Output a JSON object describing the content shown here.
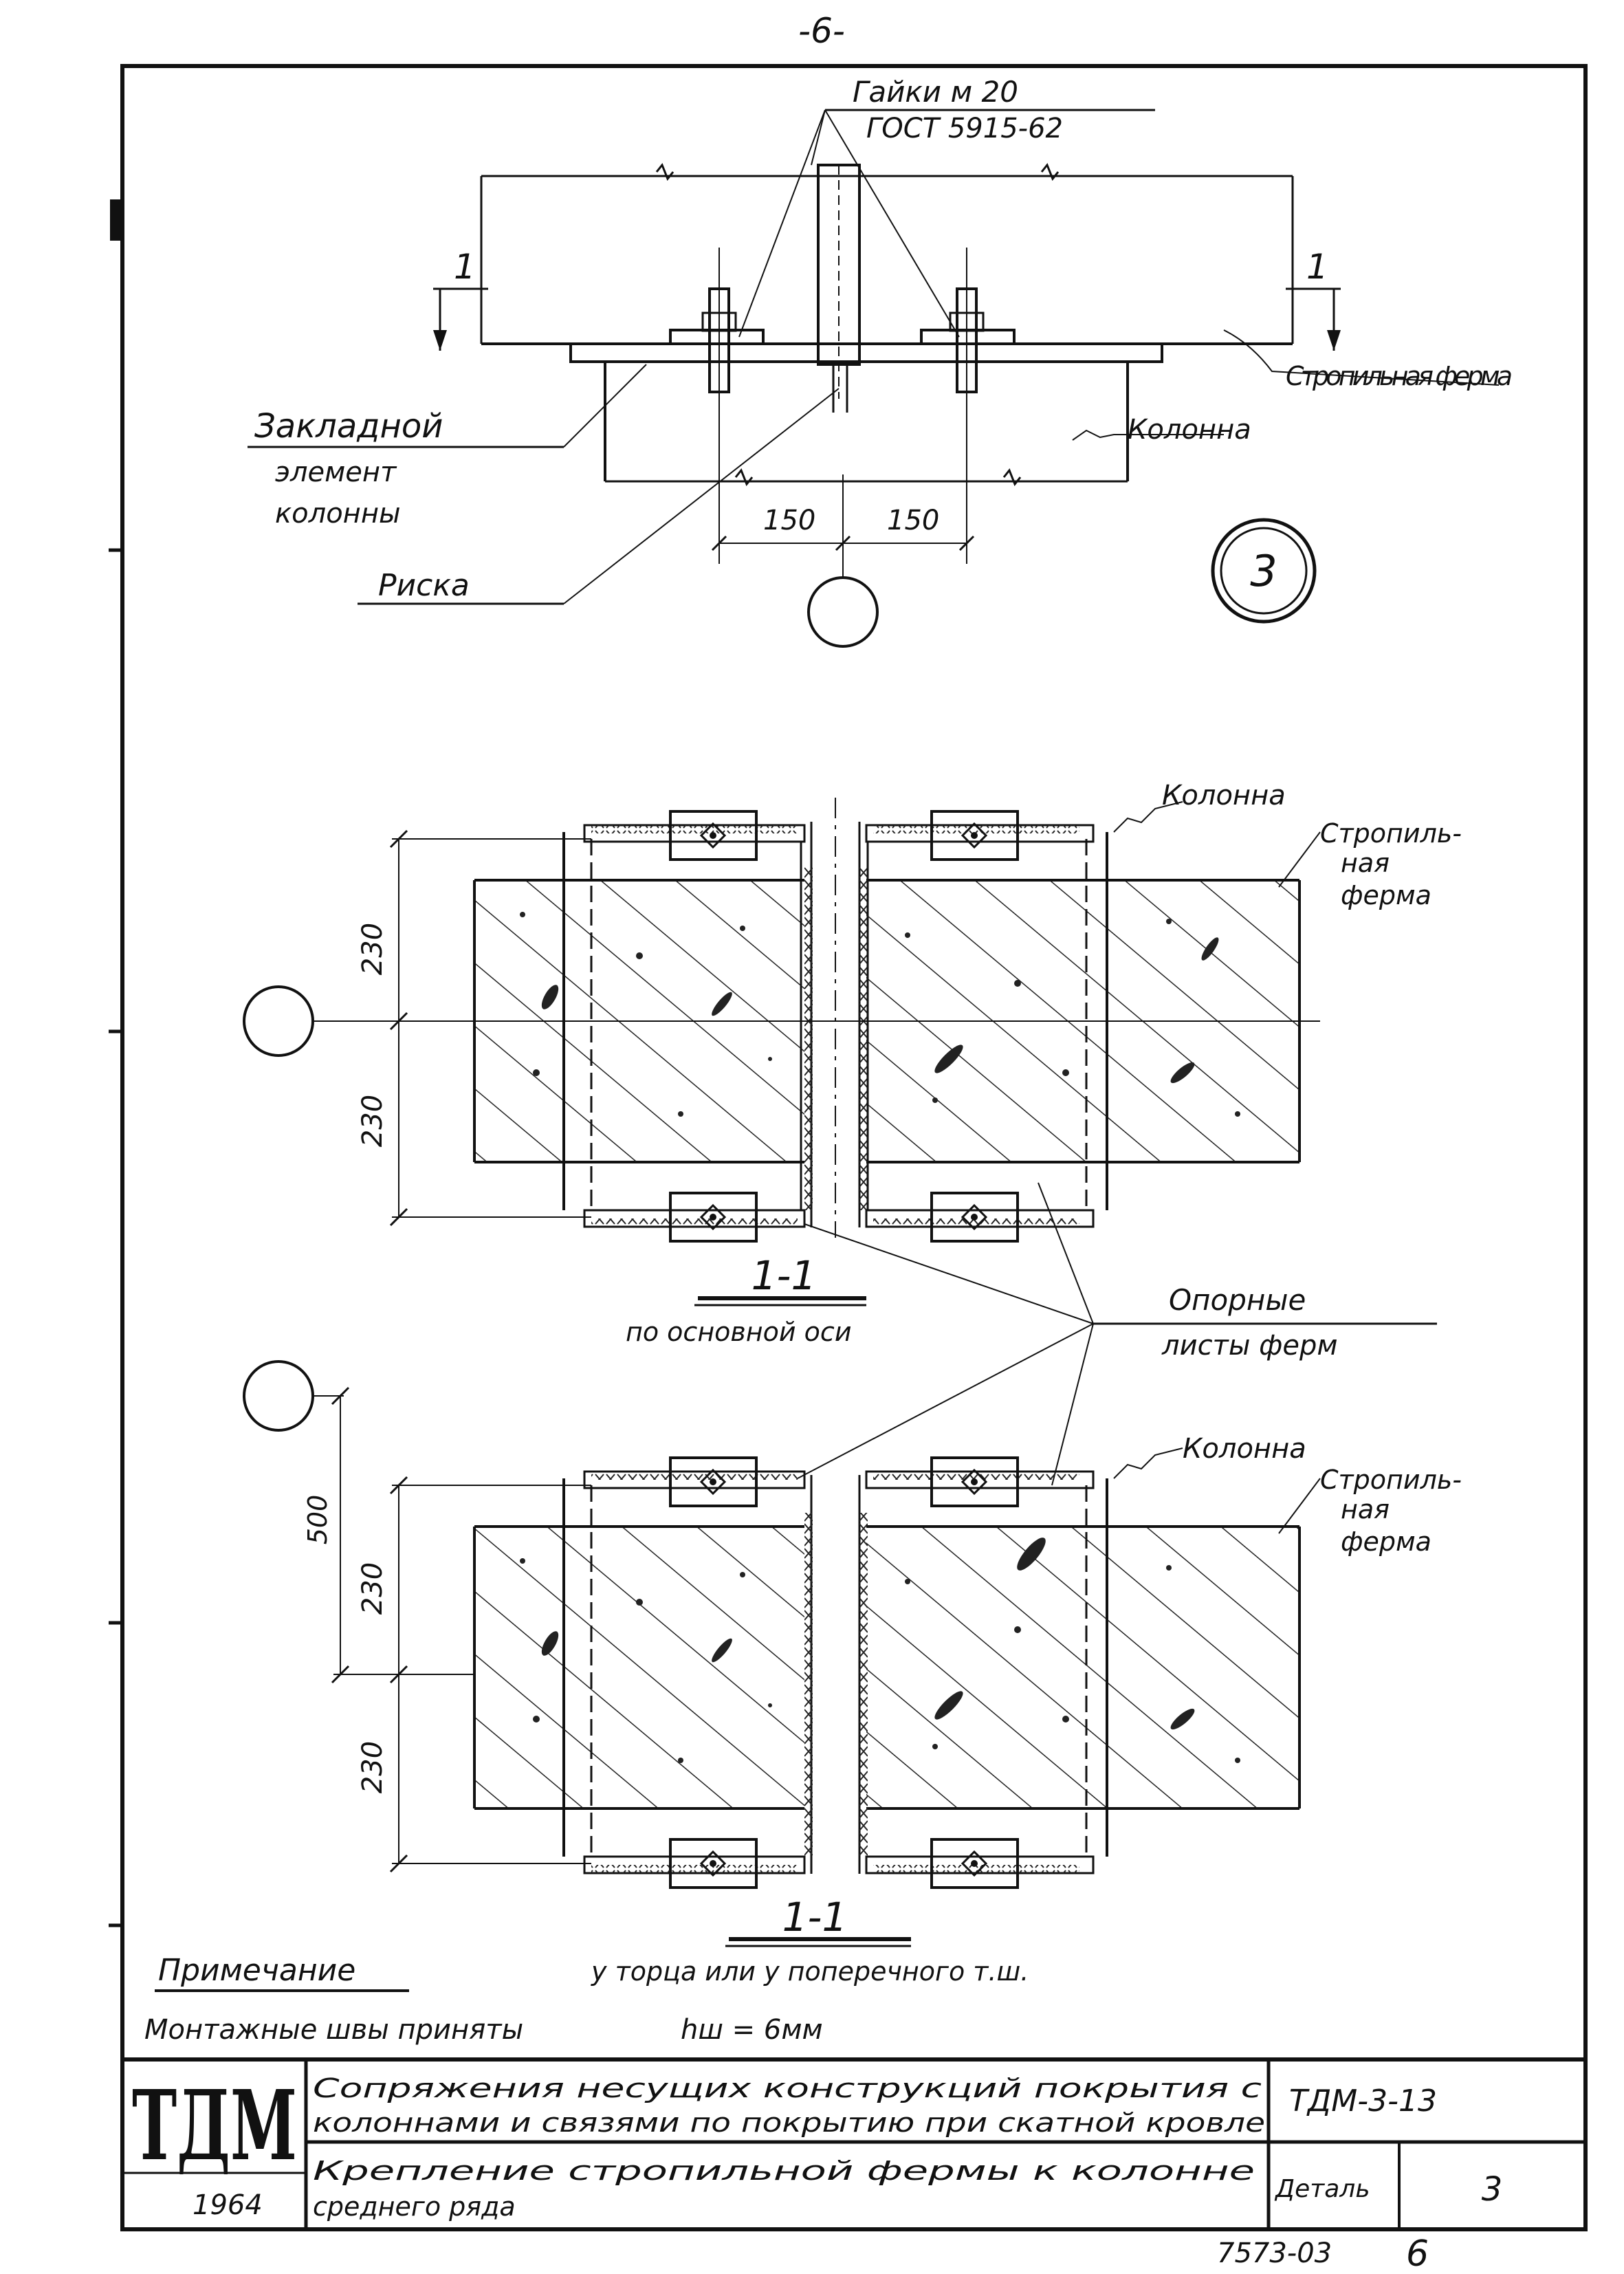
{
  "page_number": "-6-",
  "top_detail": {
    "nuts_label": "Гайки м 20",
    "gost_label": "ГОСТ 5915-62",
    "section_mark": "1",
    "truss_label": "Стропильная ферма",
    "column_label": "Колонна",
    "embedded_label_1": "Закладной",
    "embedded_label_2": "элемент",
    "embedded_label_3": "колонны",
    "mark_label": "Риска",
    "dim_left": "150",
    "dim_right": "150",
    "detail_number": "3"
  },
  "section_a": {
    "column_label": "Колонна",
    "truss_label_1": "Стропиль-",
    "truss_label_2": "ная",
    "truss_label_3": "ферма",
    "dim_upper": "230",
    "dim_lower": "230",
    "title": "1-1",
    "subtitle": "по основной оси"
  },
  "support_plates": {
    "label_1": "Опорные",
    "label_2": "листы ферм"
  },
  "section_b": {
    "column_label": "Колонна",
    "truss_label_1": "Стропиль-",
    "truss_label_2": "ная",
    "truss_label_3": "ферма",
    "dim_total": "500",
    "dim_upper": "230",
    "dim_lower": "230",
    "title": "1-1",
    "subtitle": "у торца или у поперечного т.ш."
  },
  "note": {
    "heading": "Примечание",
    "text": "Монтажные швы приняты",
    "weld": "hш = 6мм"
  },
  "title_block": {
    "logo": "ТДМ",
    "year": "1964",
    "title_1": "Сопряжения несущих конструкций покрытия с",
    "title_2": "колоннами и связями по покрытию при скатной кровле",
    "code": "ТДМ-3-13",
    "subtitle_1": "Крепление стропильной фермы к колонне",
    "subtitle_2": "среднего ряда",
    "detail_label": "Деталь",
    "detail_number": "3",
    "archive_number": "7573-03",
    "sheet_number": "6"
  }
}
